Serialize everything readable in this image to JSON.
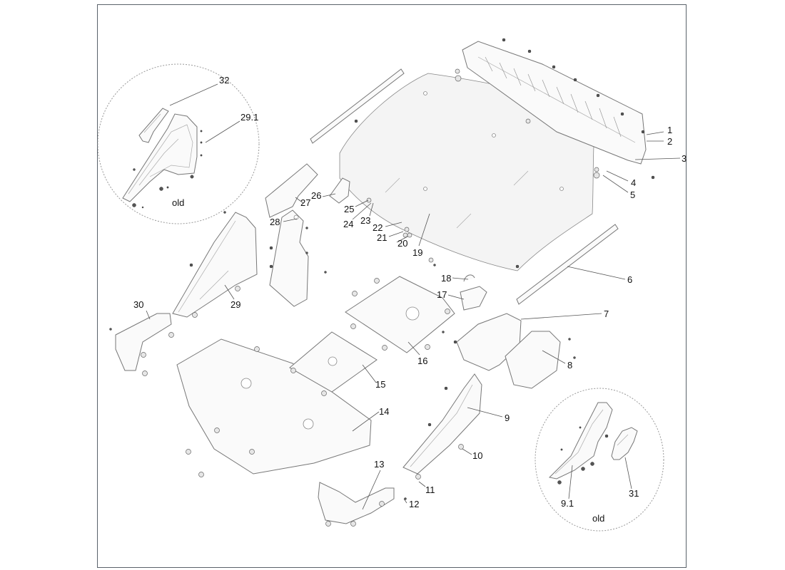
{
  "diagram": {
    "type": "exploded-parts-diagram",
    "callouts": [
      {
        "id": "1",
        "label": "1"
      },
      {
        "id": "2",
        "label": "2"
      },
      {
        "id": "3",
        "label": "3"
      },
      {
        "id": "4",
        "label": "4"
      },
      {
        "id": "5",
        "label": "5"
      },
      {
        "id": "6",
        "label": "6"
      },
      {
        "id": "7",
        "label": "7"
      },
      {
        "id": "8",
        "label": "8"
      },
      {
        "id": "9",
        "label": "9"
      },
      {
        "id": "9.1",
        "label": "9.1"
      },
      {
        "id": "10",
        "label": "10"
      },
      {
        "id": "11",
        "label": "11"
      },
      {
        "id": "12",
        "label": "12"
      },
      {
        "id": "13",
        "label": "13"
      },
      {
        "id": "14",
        "label": "14"
      },
      {
        "id": "15",
        "label": "15"
      },
      {
        "id": "16",
        "label": "16"
      },
      {
        "id": "17",
        "label": "17"
      },
      {
        "id": "18",
        "label": "18"
      },
      {
        "id": "19",
        "label": "19"
      },
      {
        "id": "20",
        "label": "20"
      },
      {
        "id": "21",
        "label": "21"
      },
      {
        "id": "22",
        "label": "22"
      },
      {
        "id": "23",
        "label": "23"
      },
      {
        "id": "24",
        "label": "24"
      },
      {
        "id": "25",
        "label": "25"
      },
      {
        "id": "26",
        "label": "26"
      },
      {
        "id": "27",
        "label": "27"
      },
      {
        "id": "28",
        "label": "28"
      },
      {
        "id": "29",
        "label": "29"
      },
      {
        "id": "29.1",
        "label": "29.1"
      },
      {
        "id": "30",
        "label": "30"
      },
      {
        "id": "31",
        "label": "31"
      },
      {
        "id": "32",
        "label": "32"
      }
    ],
    "insets": [
      {
        "id": "inset-left",
        "caption": "old",
        "parts": [
          "32",
          "29.1"
        ]
      },
      {
        "id": "inset-right",
        "caption": "old",
        "parts": [
          "9.1",
          "31"
        ]
      }
    ]
  }
}
